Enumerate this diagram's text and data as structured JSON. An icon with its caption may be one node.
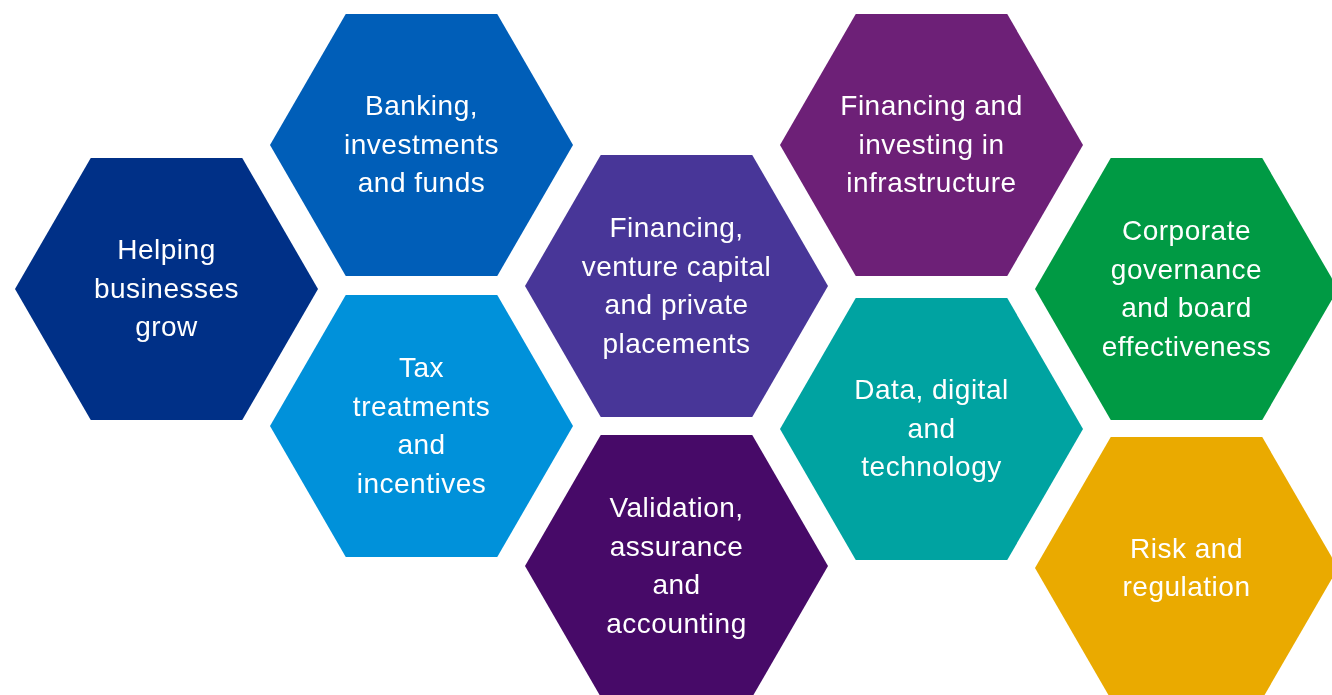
{
  "diagram": {
    "nodes": [
      {
        "text": [
          "Helping businesses grow"
        ]
      },
      {
        "text": [
          "Banking, investments and funds"
        ]
      },
      {
        "text": [
          "Tax treatments and incentives"
        ]
      },
      {
        "text": [
          "Financing, venture capital and private placements"
        ]
      },
      {
        "text": [
          "Validation, assurance and accounting"
        ]
      },
      {
        "text": [
          "Financing and investing in infrastructure"
        ]
      },
      {
        "text": [
          "Data, digital and technology"
        ]
      },
      {
        "text": [
          "Corporate governance and board effectiveness"
        ]
      },
      {
        "text": [
          "Risk and regulation"
        ]
      }
    ]
  }
}
